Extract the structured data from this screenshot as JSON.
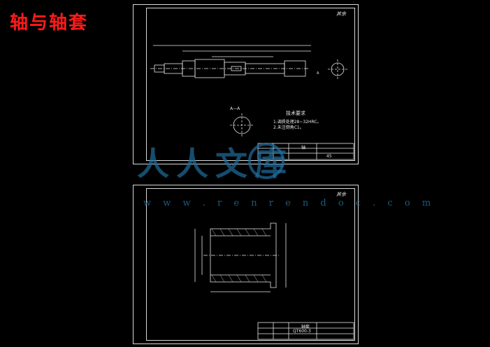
{
  "page": {
    "title": "轴与轴套"
  },
  "sheet1": {
    "tag": "其余",
    "tech_title": "技术要求",
    "tech_lines": [
      "1.调质处理28~32HRC。",
      "2.未注倒角C1。"
    ],
    "section_label": "A—A",
    "title_block": {
      "cell_a": "轴",
      "cell_b": "45"
    }
  },
  "sheet2": {
    "tag": "其余",
    "title_block": {
      "cell_a": "轴套",
      "cell_b": "QT600-3"
    }
  },
  "watermark": {
    "chars": "人人文库",
    "url": "w w w . r e n r e n d o c . c o m"
  }
}
